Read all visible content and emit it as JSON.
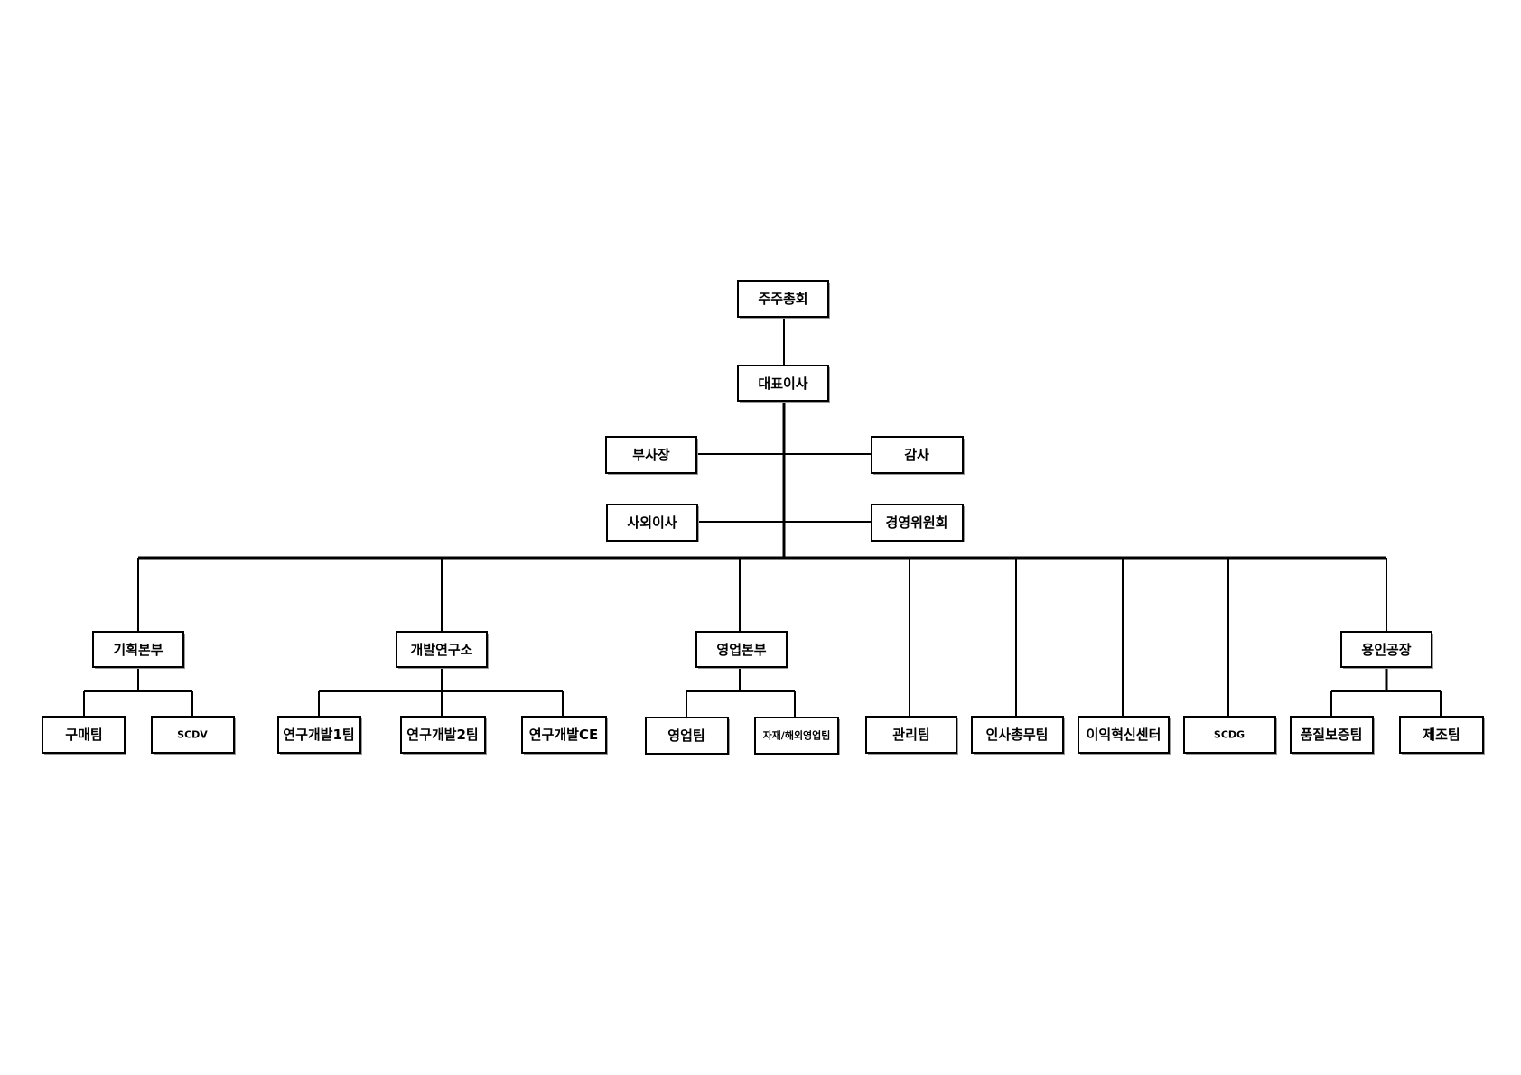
{
  "org_chart": {
    "top": {
      "shareholders": "주주총회",
      "ceo": "대표이사"
    },
    "executives": {
      "vice_president": "부사장",
      "auditor": "감사",
      "outside_director": "사외이사",
      "management_committee": "경영위원회"
    },
    "divisions": {
      "planning": {
        "name": "기획본부",
        "teams": [
          "구매팀",
          "SCDV"
        ]
      },
      "rnd": {
        "name": "개발연구소",
        "teams": [
          "연구개발1팀",
          "연구개발2팀",
          "연구개발CE"
        ]
      },
      "sales": {
        "name": "영업본부",
        "teams": [
          "영업팀",
          "자재/해외영업팀"
        ]
      },
      "admin": {
        "name": "관리팀"
      },
      "hr": {
        "name": "인사총무팀"
      },
      "innovation": {
        "name": "이익혁신센터"
      },
      "scdg": {
        "name": "SCDG"
      },
      "factory": {
        "name": "용인공장",
        "teams": [
          "품질보증팀",
          "제조팀"
        ]
      }
    }
  }
}
